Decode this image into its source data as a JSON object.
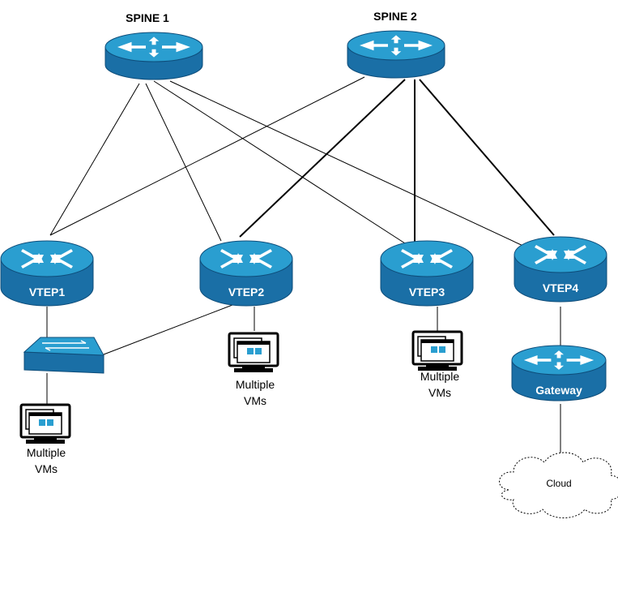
{
  "colors": {
    "device_top": "#2a9ed0",
    "device_side": "#1a6fa6",
    "device_edge": "#0e4d7a",
    "arrow": "#ffffff",
    "link": "#000000"
  },
  "spines": [
    {
      "label": "SPINE 1",
      "icon": "router-icon"
    },
    {
      "label": "SPINE 2",
      "icon": "router-icon"
    }
  ],
  "vteps": [
    {
      "label": "VTEP1",
      "icon": "router-icon"
    },
    {
      "label": "VTEP2",
      "icon": "router-icon"
    },
    {
      "label": "VTEP3",
      "icon": "router-icon"
    },
    {
      "label": "VTEP4",
      "icon": "router-icon"
    }
  ],
  "switch": {
    "icon": "layer2-switch-icon"
  },
  "vm_groups": [
    {
      "line1": "Multiple",
      "line2": "VMs",
      "icon": "monitor-vm-icon"
    },
    {
      "line1": "Multiple",
      "line2": "VMs",
      "icon": "monitor-vm-icon"
    },
    {
      "line1": "Multiple",
      "line2": "VMs",
      "icon": "monitor-vm-icon"
    }
  ],
  "gateway": {
    "label": "Gateway",
    "icon": "router-icon"
  },
  "cloud": {
    "label": "Cloud",
    "icon": "cloud-icon"
  },
  "links": [
    {
      "from": "SPINE 1",
      "to": "VTEP1"
    },
    {
      "from": "SPINE 1",
      "to": "VTEP2"
    },
    {
      "from": "SPINE 1",
      "to": "VTEP3"
    },
    {
      "from": "SPINE 1",
      "to": "VTEP4"
    },
    {
      "from": "SPINE 2",
      "to": "VTEP1"
    },
    {
      "from": "SPINE 2",
      "to": "VTEP2"
    },
    {
      "from": "SPINE 2",
      "to": "VTEP3"
    },
    {
      "from": "SPINE 2",
      "to": "VTEP4"
    }
  ]
}
